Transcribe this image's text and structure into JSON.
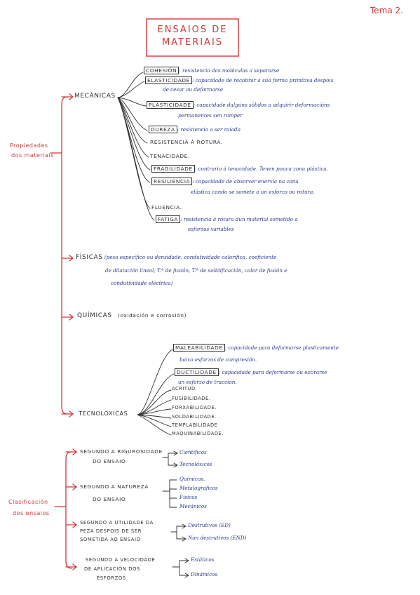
{
  "tema": "Tema 2.",
  "title": {
    "line1": "ENSAIOS DE",
    "line2": "MATERIAIS"
  },
  "section1": {
    "label_line1": "Propiedades",
    "label_line2": "dos materiais",
    "groups": {
      "mecanicas": {
        "title": "MECÁNICAS",
        "items": {
          "cohesion": {
            "term": "COHESIÓN",
            "def": ": resistencia das moléculas a separarse"
          },
          "elasticidade": {
            "term": "ELASTICIDADE",
            "def": ": capacidade de recobrar a súa forma primitiva despois",
            "def2": "de cesar ou deformarse"
          },
          "plasticidade": {
            "term": "PLASTICIDADE",
            "def": ": capacidade dalgúns sólidos a adquirir deformacións",
            "def2": "permanentes sen romper"
          },
          "dureza": {
            "term": "DUREZA",
            "def": ": resistencia a ser raiado"
          },
          "resistencia": {
            "term": "RESISTENCIA Á ROTURA."
          },
          "tenacidade": {
            "term": "TENACIDADE."
          },
          "fragilidade": {
            "term": "FRAGILIDADE",
            "def": ": contrario á tenacidade. Tenen pouca zona plástica."
          },
          "resiliencia": {
            "term": "RESILIENCIA",
            "def": ": capacidade de absorver enerxía na zona",
            "def2": "elástica cando se somete a un esforzo ou rotura."
          },
          "fluencia": {
            "term": "FLUENCIA."
          },
          "fatiga": {
            "term": "FATIGA",
            "def": ": resistencia á rotura dun material sometido a",
            "def2": "esforzos variables"
          }
        }
      },
      "fisicas": {
        "title": "FÍSICAS",
        "line1": "(peso específico ou densidade, condutividade calorífica, coeficiente",
        "line2": "de dilatación lineal, T.ª de fusión, T.ª de solidificación, calor de fusión e",
        "line3": "condutividade eléctrica)"
      },
      "quimicas": {
        "title": "QUÍMICAS",
        "text": "(oxidación e corrosión)"
      },
      "tecnoloxicas": {
        "title": "TECNOLÓXICAS",
        "items": {
          "maleabilidade": {
            "term": "MALEABILIDADE",
            "def": ": capacidade para deformarse plasticamente",
            "def2": "baixo esforzos de compresión."
          },
          "ductilidade": {
            "term": "DUCTILIDADE",
            "def": ": capacidade para deformarse ou estirarse",
            "def2": "un esforzo de tracción."
          },
          "acritud": "ACRITUD.",
          "fusibilidade": "FUSIBILIDADE.",
          "forxabilidade": "FORXABILIDADE.",
          "soldabilidade": "SOLDABILIDADE.",
          "templabilidade": "TEMPLABILIDADE",
          "maquinabilidade": "MAQUINABILIDADE."
        }
      }
    }
  },
  "section2": {
    "label_line1": "Clasificación",
    "label_line2": "dos ensaios",
    "groups": {
      "rigurosidade": {
        "line1": "SEGUNDO A RIGUROSIDADE",
        "line2": "DO ENSAIO",
        "opt1": "Científicos",
        "opt2": "Tecnolóxicos"
      },
      "natureza": {
        "line1": "SEGUNDO A NATUREZA",
        "line2": "DO ENSAIO",
        "opt1": "Químicos.",
        "opt2": "Metalográficos",
        "opt3": "Físicos",
        "opt4": "Mecánicos"
      },
      "utilidade": {
        "line1": "SEGUNDO A UTILIDADE DA",
        "line2": "PEZA DESPOIS DE SER",
        "line3": "SOMETIDA AO ENSAIO",
        "opt1": "Destrutivos (ED)",
        "opt2": "Non destrutivos (END)"
      },
      "velocidade": {
        "line1": "SEGUNDO A VELOCIDADE",
        "line2": "DE APLICACIÓN DOS",
        "line3": "ESFORZOS",
        "opt1": "Estáticos",
        "opt2": "Dinámicos"
      }
    }
  },
  "colors": {
    "red": "#d0393a",
    "blue": "#2a3a8c",
    "dark": "#2f2f2f"
  }
}
